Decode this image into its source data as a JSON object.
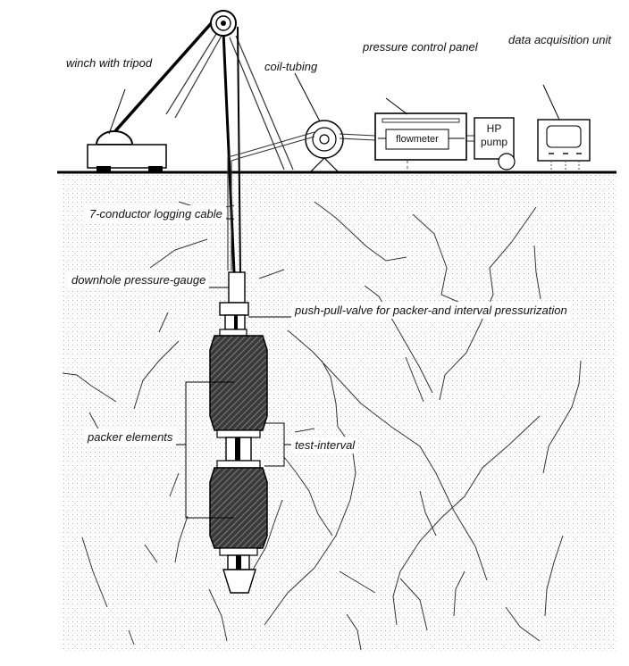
{
  "labels": {
    "winch": [
      "winch with",
      "tripod"
    ],
    "coil_tubing": "coil-tubing",
    "pressure_panel": [
      "pressure",
      "control panel"
    ],
    "data_unit": [
      "data",
      "acquisition",
      "unit"
    ],
    "flowmeter": "flowmeter",
    "hp_pump": [
      "HP",
      "pump"
    ],
    "logging_cable": [
      "7-conductor",
      "logging cable"
    ],
    "pressure_gauge": [
      "downhole",
      "pressure-gauge"
    ],
    "push_pull_valve": [
      "push-pull-valve for packer-and",
      "interval pressurization"
    ],
    "packer_elements": [
      "packer",
      "elements"
    ],
    "test_interval": "test-interval"
  }
}
